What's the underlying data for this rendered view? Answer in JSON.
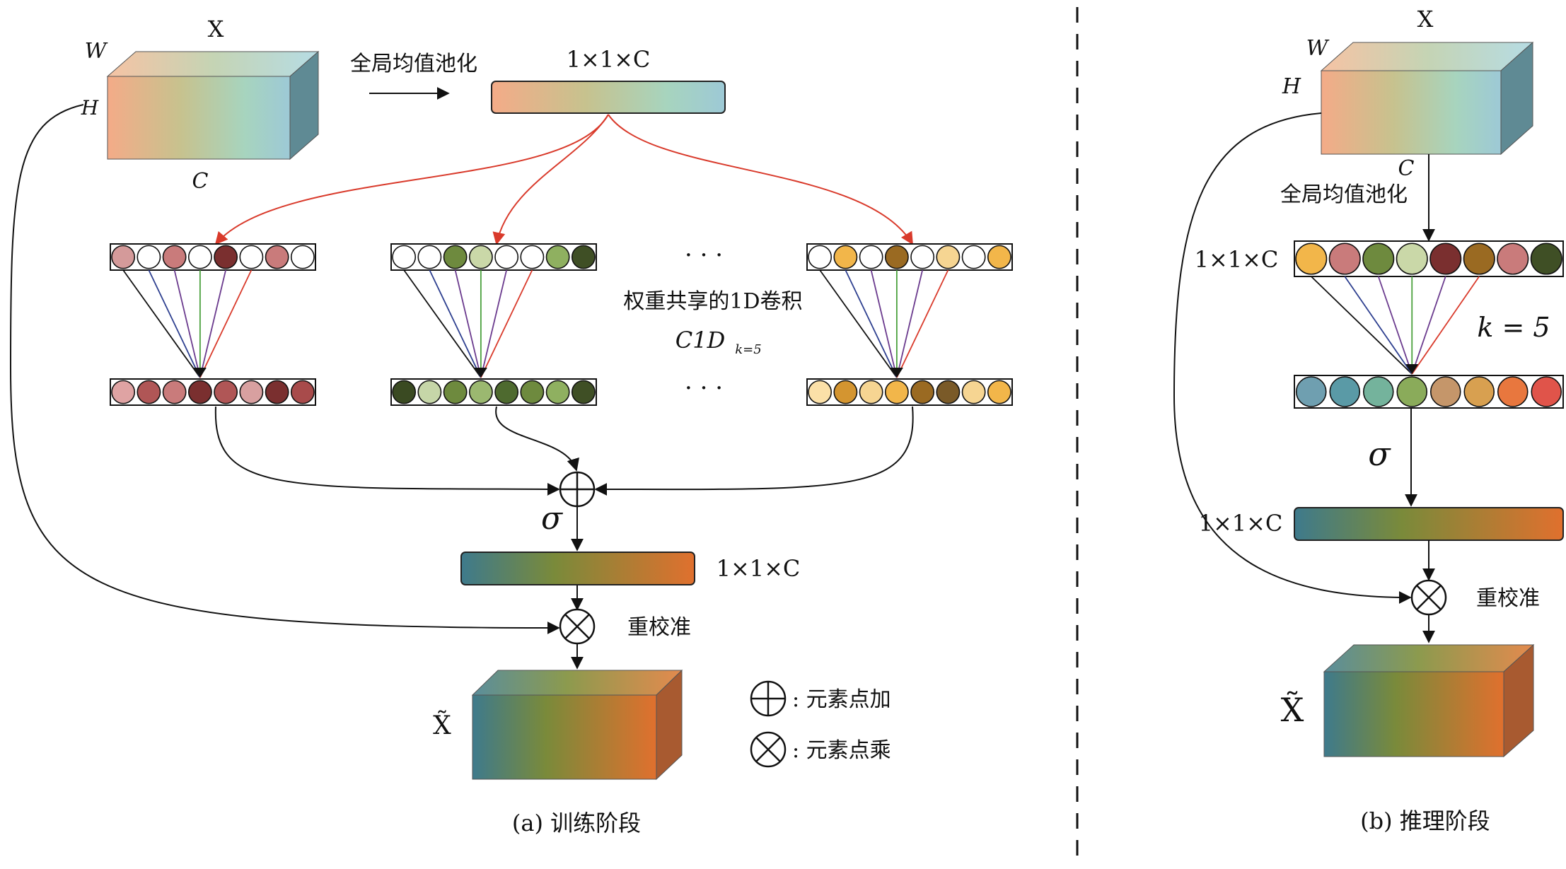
{
  "training": {
    "input_label": "X",
    "dim_w": "W",
    "dim_h": "H",
    "dim_c": "C",
    "pool_label": "全局均值池化",
    "pooled_label": "1×1×C",
    "conv_label": "权重共享的1D卷积",
    "conv_sub_main": "C1D",
    "conv_sub_k": "k=5",
    "dots_top": "· · ·",
    "dots_bottom": "· · ·",
    "sigma": "σ",
    "weights_label": "1×1×C",
    "recalib_label": "重校准",
    "output_label": "X̃",
    "caption": "(a) 训练阶段"
  },
  "legend": {
    "add_label": ": 元素点加",
    "mul_label": ": 元素点乘"
  },
  "inference": {
    "input_label": "X",
    "dim_w": "W",
    "dim_h": "H",
    "dim_c": "C",
    "pool_label": "全局均值池化",
    "vec_label": "1×1×C",
    "k_label": "k = 5",
    "sigma": "σ",
    "weights_label": "1×1×C",
    "recalib_label": "重校准",
    "output_label": "X̃",
    "caption": "(b) 推理阶段"
  },
  "colors": {
    "feature_gradient": [
      "#f4ab88",
      "#c7c28e",
      "#a7d4be",
      "#9dc9d6"
    ],
    "weight_gradient": [
      "#3e7a8c",
      "#7a8a3a",
      "#e0702e"
    ],
    "red_arrow": "#d93a2b",
    "line_blue": "#2d3f8f",
    "line_green": "#4aa13d",
    "line_purple": "#6b3b8e",
    "line_red": "#d93a2b",
    "row1_top": [
      "#d49a9a",
      "#ffffff",
      "#c97b7b",
      "#ffffff",
      "#7a2f2f",
      "#ffffff",
      "#c97b7b",
      "#ffffff"
    ],
    "row1_bottom": [
      "#dfa3a3",
      "#b05656",
      "#c97b7b",
      "#7a2f2f",
      "#b05656",
      "#d8a0a0",
      "#7a2f2f",
      "#a84b4b"
    ],
    "row2_top": [
      "#ffffff",
      "#ffffff",
      "#6e8a3e",
      "#cad8a8",
      "#ffffff",
      "#ffffff",
      "#8fb060",
      "#3f4f25"
    ],
    "row2_bottom": [
      "#3a4a22",
      "#c6d6a8",
      "#6e8a3e",
      "#9bb870",
      "#4e6a2f",
      "#6e8a3e",
      "#8fb060",
      "#3f4f25"
    ],
    "row3_top": [
      "#ffffff",
      "#f2b64a",
      "#ffffff",
      "#9a6a22",
      "#ffffff",
      "#f6d592",
      "#ffffff",
      "#f2b64a"
    ],
    "row3_bottom": [
      "#fbe0a8",
      "#d49530",
      "#f6d592",
      "#f2b64a",
      "#9a6a22",
      "#7a5a28",
      "#f6d592",
      "#f2b64a"
    ],
    "inf_top": [
      "#f2b64a",
      "#c97b7b",
      "#6e8a3e",
      "#cad8a8",
      "#7a2f2f",
      "#9a6a22",
      "#c97b7b",
      "#3f4f25"
    ],
    "inf_bottom": [
      "#6f9fb0",
      "#5a9aa6",
      "#74b39c",
      "#8aab5a",
      "#c5966a",
      "#d8a050",
      "#e8773e",
      "#e0544a"
    ]
  }
}
